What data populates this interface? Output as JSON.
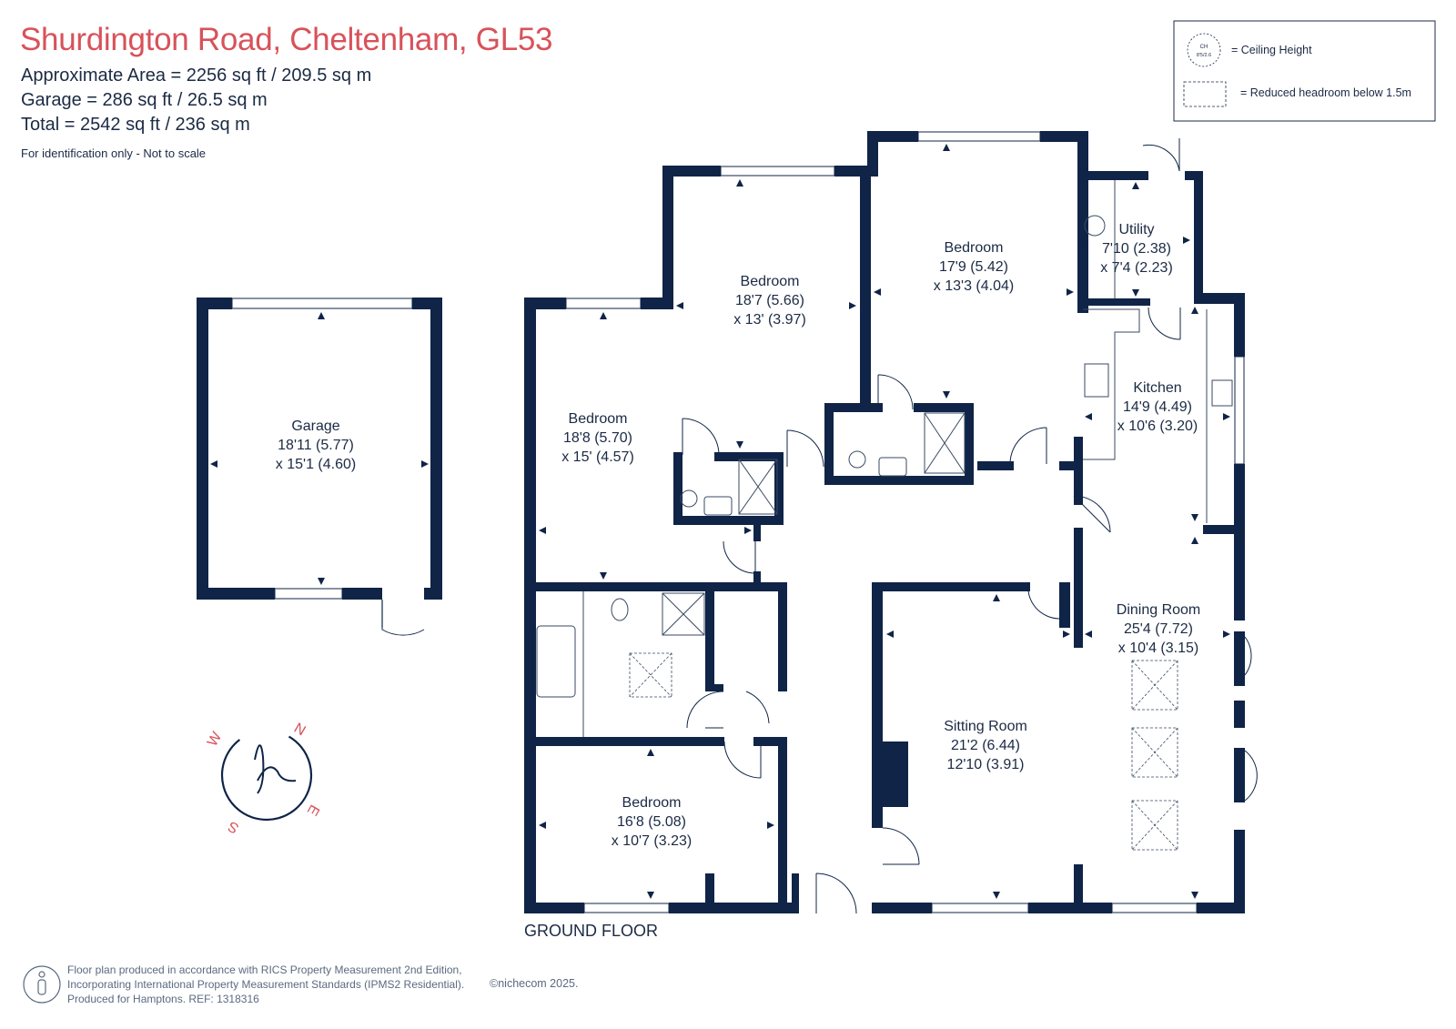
{
  "header": {
    "title": "Shurdington Road, Cheltenham, GL53",
    "approx_area": "Approximate Area = 2256 sq ft / 209.5 sq m",
    "garage_area": "Garage = 286 sq ft / 26.5 sq m",
    "total_area": "Total = 2542 sq ft / 236 sq m",
    "note": "For identification only - Not to scale"
  },
  "legend": {
    "ceiling_symbol_text": "CH",
    "ceiling_symbol_value": "8'5/2.6",
    "ceiling_label": "= Ceiling Height",
    "reduced_label": "= Reduced headroom below 1.5m"
  },
  "rooms": [
    {
      "name": "Garage",
      "dim1": "18'11 (5.77)",
      "dim2": "x 15'1 (4.60)"
    },
    {
      "name": "Bedroom",
      "dim1": "18'8 (5.70)",
      "dim2": "x 15' (4.57)"
    },
    {
      "name": "Bedroom",
      "dim1": "18'7 (5.66)",
      "dim2": "x 13' (3.97)"
    },
    {
      "name": "Bedroom",
      "dim1": "17'9 (5.42)",
      "dim2": "x 13'3 (4.04)"
    },
    {
      "name": "Utility",
      "dim1": "7'10 (2.38)",
      "dim2": "x 7'4 (2.23)"
    },
    {
      "name": "Kitchen",
      "dim1": "14'9 (4.49)",
      "dim2": "x 10'6 (3.20)"
    },
    {
      "name": "Dining Room",
      "dim1": "25'4 (7.72)",
      "dim2": "x 10'4 (3.15)"
    },
    {
      "name": "Sitting Room",
      "dim1": "21'2 (6.44)",
      "dim2": "12'10 (3.91)"
    },
    {
      "name": "Bedroom",
      "dim1": "16'8 (5.08)",
      "dim2": "x 10'7 (3.23)"
    }
  ],
  "floor_label": "GROUND FLOOR",
  "compass": {
    "n": "N",
    "e": "E",
    "s": "S",
    "w": "W"
  },
  "footer": {
    "line1": "Floor plan produced in accordance with RICS Property Measurement 2nd Edition,",
    "line2": "Incorporating International Property Measurement Standards (IPMS2 Residential).",
    "line3": "Produced for Hamptons.  REF:  1318316",
    "copyright": "©nichecom 2025."
  },
  "colors": {
    "wall": "#0f2447",
    "accent": "#d8525a",
    "fixture": "#3a4a63",
    "muted": "#5b6a80"
  },
  "icons": [
    "compass-logo-icon",
    "info-person-icon",
    "ceiling-height-icon",
    "reduced-headroom-icon"
  ]
}
